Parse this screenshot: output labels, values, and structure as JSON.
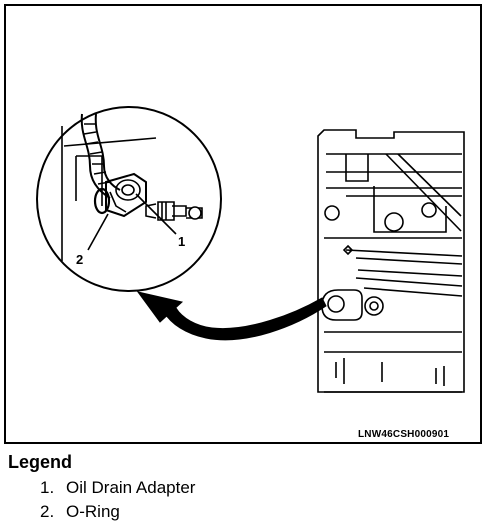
{
  "figure": {
    "id": "LNW46CSH000901",
    "callouts": [
      {
        "number": "1"
      },
      {
        "number": "2"
      }
    ]
  },
  "legend": {
    "title": "Legend",
    "items": [
      {
        "number": "1.",
        "label": "Oil Drain Adapter"
      },
      {
        "number": "2.",
        "label": "O-Ring"
      }
    ]
  }
}
